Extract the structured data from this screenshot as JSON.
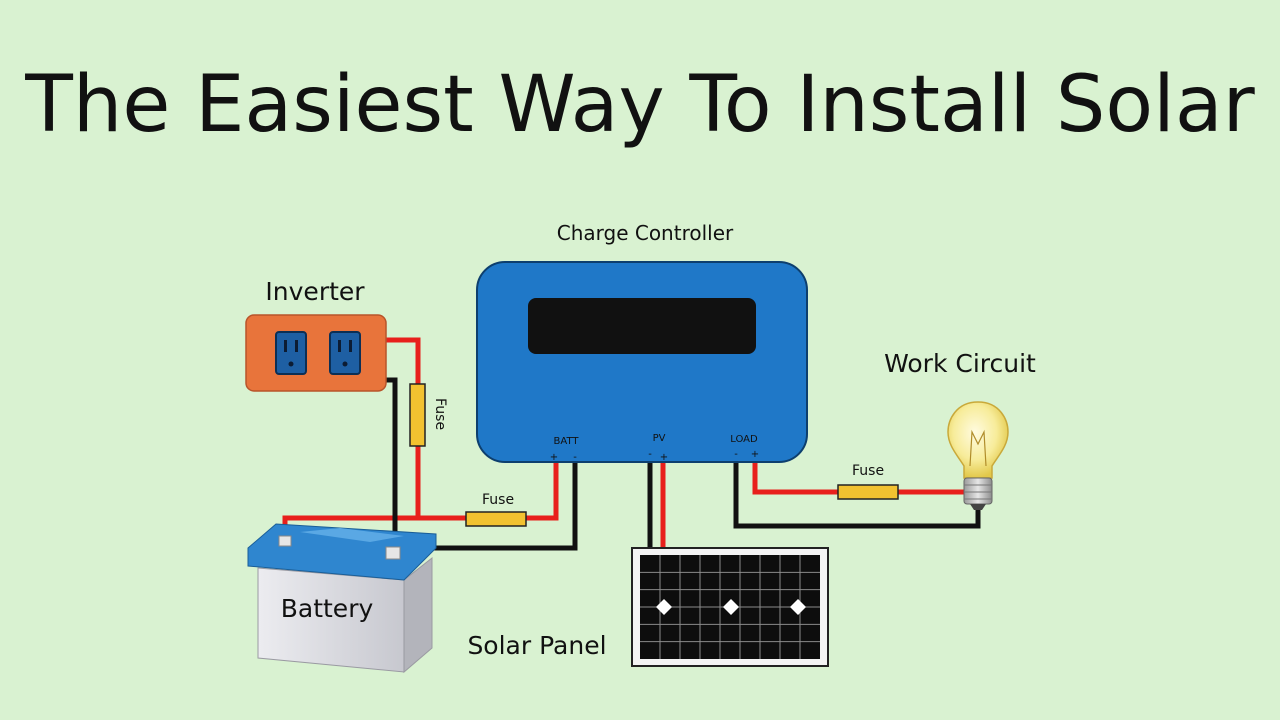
{
  "title": "The Easiest Way To Install Solar",
  "components": {
    "charge_controller": {
      "label": "Charge Controller",
      "terminals": {
        "batt": {
          "label": "BATT",
          "minus": "-",
          "plus": "+"
        },
        "pv": {
          "label": "PV",
          "minus": "-",
          "plus": "+"
        },
        "load": {
          "label": "LOAD",
          "minus": "-",
          "plus": "+"
        }
      }
    },
    "inverter": {
      "label": "Inverter"
    },
    "battery": {
      "label": "Battery"
    },
    "solar_panel": {
      "label": "Solar Panel"
    },
    "work_circuit": {
      "label": "Work Circuit"
    }
  },
  "fuses": {
    "inverter_fuse": "Fuse",
    "battery_fuse": "Fuse",
    "load_fuse": "Fuse"
  },
  "colors": {
    "background": "#d9f2d1",
    "controller": "#1f78c8",
    "inverter": "#e8743b",
    "positive_wire": "#e8201c",
    "negative_wire": "#111111",
    "fuse": "#f2c230"
  }
}
